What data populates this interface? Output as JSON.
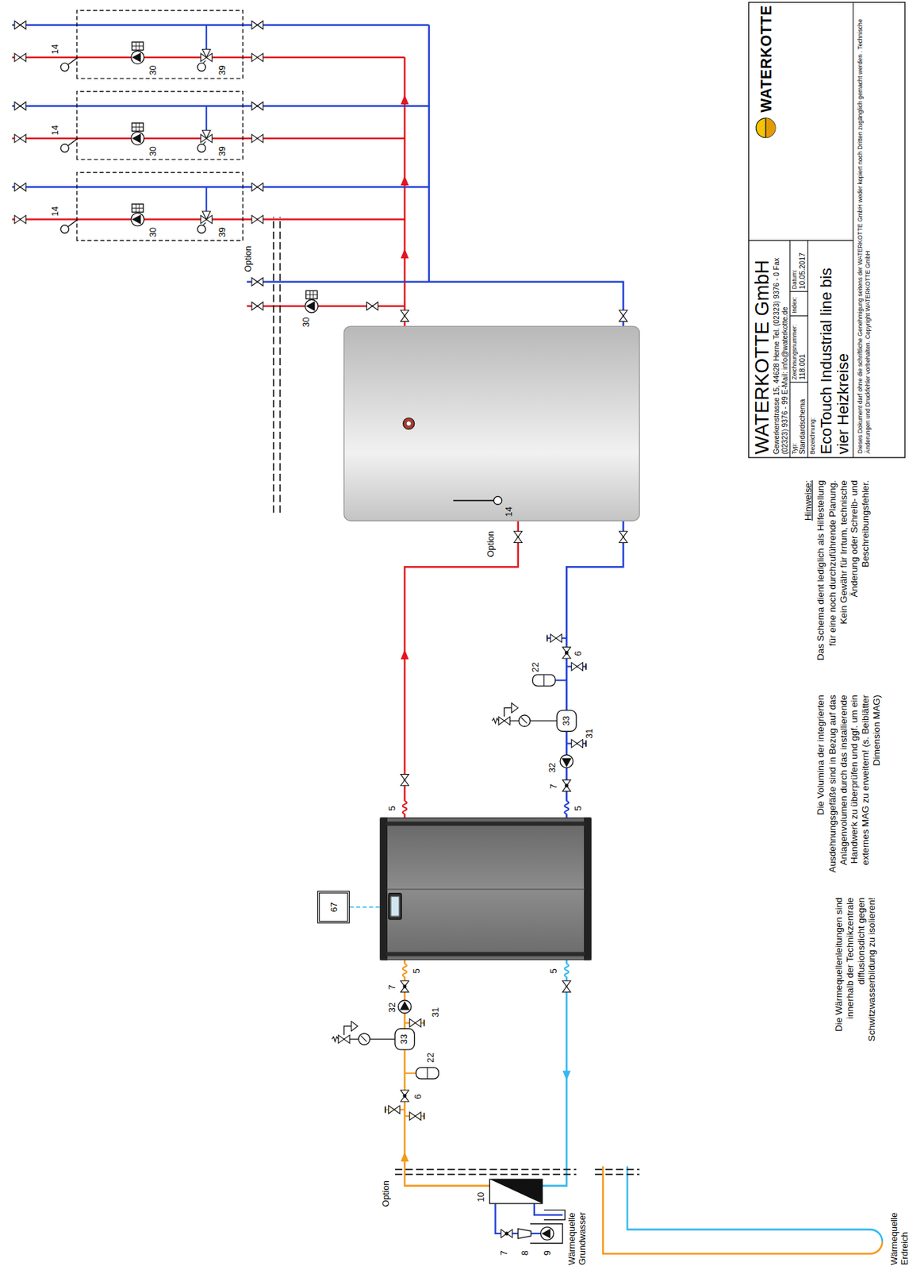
{
  "diagram": {
    "title": "EcoTouch Industrial line bis vier Heizkreise",
    "nodes": [
      {
        "text": [
          "67"
        ]
      },
      {
        "text": [
          "WATERKOTTE GmbH",
          "Gewerkenstrasse 15, 44628 Herne Tel. (02323) 9376 - 0 Fax (02323) 9376 - 99 E-Mail: info@waterkotte.de"
        ]
      },
      {
        "text": [
          "WATERKOTTE"
        ]
      },
      {
        "text": [
          "Typ:",
          "Standardschema"
        ]
      },
      {
        "text": [
          "Zeichnungsnummer:",
          "118.001"
        ]
      },
      {
        "text": [
          "Index:"
        ]
      },
      {
        "text": [
          "Datum:",
          "10.05.2017"
        ]
      },
      {
        "text": [
          "Bezeichnung:"
        ]
      },
      {
        "text": [
          "Dieses Dokument darf ohne die schriftliche Genehmigung seitens der WATERKOTTE GmbH weder kopiert noch Dritten zugänglich gemacht werden . Technische Änderungen und Druckfehler vorbehalten. Copyright WATERKOTTE GmbH"
        ]
      }
    ],
    "labels": [
      "Option",
      "10",
      "7",
      "8",
      "9",
      "Wärmequelle Grundwasser",
      "Wärmequelle Erdreich",
      "6",
      "22",
      "33",
      "31",
      "32",
      "7",
      "5",
      "5",
      "5",
      "5",
      "7",
      "32",
      "31",
      "33",
      "22",
      "6",
      "Option",
      "14",
      "30",
      "Option",
      "14",
      "30",
      "39",
      "14",
      "30",
      "39",
      "14",
      "30",
      "39",
      "Die Wärmequellenleitungen sind innerhalb der Technikzentrale diffusionsdicht gegen Schwitzwasserbildung zu isolieren!",
      "Die Volumina der integrierten Ausdehnungsgefäße sind in Bezug auf das Anlagenvolumen durch das installierende Handwerk zu überprüfen und ggf. um ein externes MAG zu erweitern! (s. Beiblätter Dimension MAG)",
      "Hinweise:",
      "Das Schema dient lediglich als Hilfestellung für eine noch durchzuführende Planung. Kein Gewähr für Irrtum, technische Änderung oder Schreib- und Beschreibungsfehler."
    ]
  }
}
